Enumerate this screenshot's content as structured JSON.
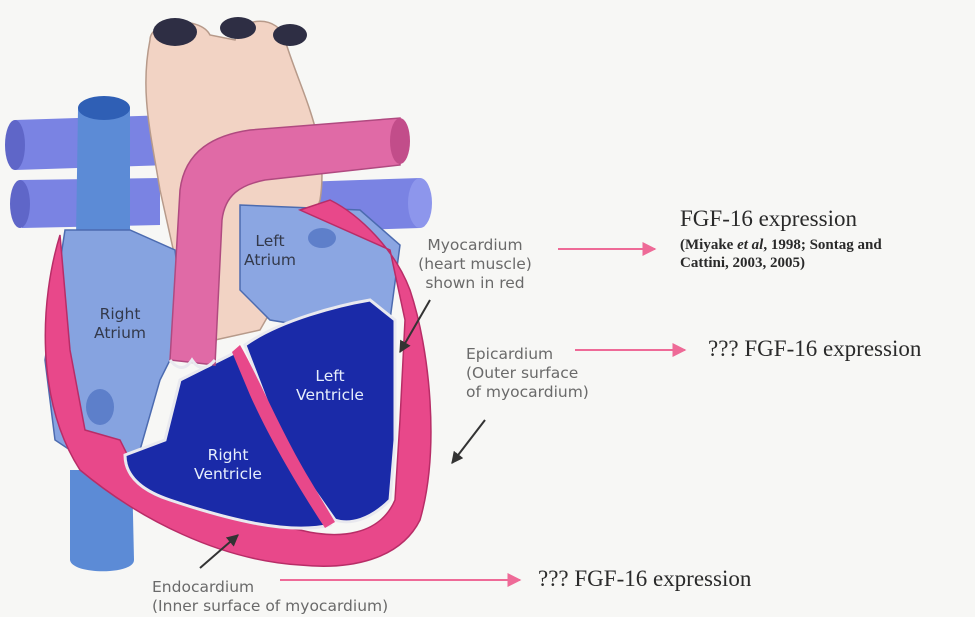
{
  "labels": {
    "left_atrium": [
      "Left",
      "Atrium"
    ],
    "right_atrium": [
      "Right",
      "Atrium"
    ],
    "left_ventricle": [
      "Left",
      "Ventricle"
    ],
    "right_ventricle": [
      "Right",
      "Ventricle"
    ],
    "myocardium": [
      "Myocardium",
      "(heart muscle)",
      "shown in red"
    ],
    "epicardium": [
      "Epicardium",
      "(Outer surface",
      "of myocardium)"
    ],
    "endocardium": [
      "Endocardium",
      "(Inner surface of myocardium)"
    ]
  },
  "annotations": {
    "myocardium_title": "FGF-16 expression",
    "myocardium_cite_pre": "(Miyake ",
    "myocardium_cite_italic": "et al",
    "myocardium_cite_post": ", 1998; Sontag and",
    "myocardium_cite_line2": "Cattini, 2003, 2005)",
    "epicardium": "???  FGF-16 expression",
    "endocardium": "???  FGF-16 expression"
  },
  "colors": {
    "arrow": "#ee6a97",
    "myocardium": "#e8488a",
    "ventricle": "#1a2aa8",
    "atrium": "#7d9bd8",
    "aorta": "#f2d3c4",
    "vein": "#7a83e3"
  }
}
